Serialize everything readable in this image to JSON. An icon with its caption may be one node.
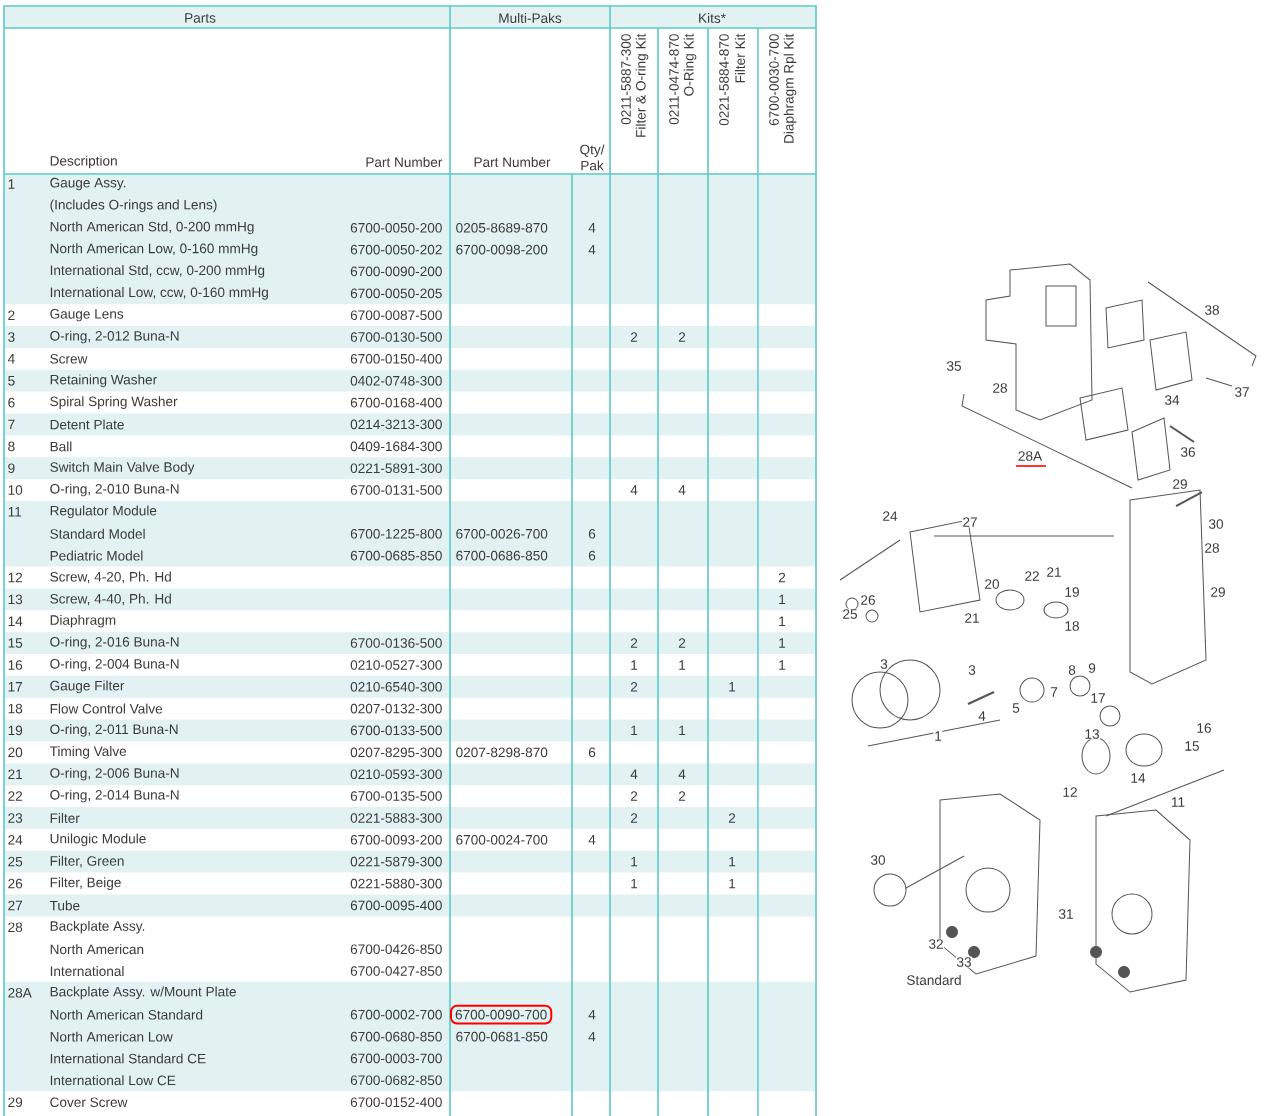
{
  "diagram": {
    "nodes": [
      {
        "text": [
          "6700-0090-700"
        ]
      }
    ],
    "labels": [
      "Parts",
      "Multi-Paks",
      "Kits*",
      "0211-5887-300",
      "Filter & O-ring Kit",
      "0211-0474-870",
      "O-Ring Kit",
      "0221-5884-870",
      "Filter Kit",
      "6700-0030-700",
      "Diaphragm Rpl Kit",
      "Description",
      "Part Number",
      "Part Number",
      "Qty/ Pak",
      "1",
      "Gauge Assy.",
      "(Includes O-rings and Lens)",
      "North American Std, 0-200 mmHg",
      "6700-0050-200",
      "0205-8689-870",
      "4",
      "North American Low, 0-160 mmHg",
      "6700-0050-202",
      "6700-0098-200",
      "4",
      "International Std, ccw, 0-200 mmHg",
      "6700-0090-200",
      "International Low, ccw, 0-160 mmHg",
      "6700-0050-205",
      "2",
      "Gauge Lens",
      "6700-0087-500",
      "3",
      "O-ring, 2-012 Buna-N",
      "6700-0130-500",
      "2",
      "2",
      "4",
      "Screw",
      "6700-0150-400",
      "5",
      "Retaining Washer",
      "0402-0748-300",
      "6",
      "Spiral Spring Washer",
      "6700-0168-400",
      "7",
      "Detent Plate",
      "0214-3213-300",
      "8",
      "Ball",
      "0409-1684-300",
      "9",
      "Switch Main Valve Body",
      "0221-5891-300",
      "10",
      "O-ring, 2-010 Buna-N",
      "6700-0131-500",
      "4",
      "4",
      "11",
      "Regulator Module",
      "Standard Model",
      "6700-1225-800",
      "6700-0026-700",
      "6",
      "Pediatric Model",
      "6700-0685-850",
      "6700-0686-850",
      "6",
      "12",
      "Screw, 4-20, Ph. Hd",
      "2",
      "13",
      "Screw, 4-40, Ph. Hd",
      "1",
      "14",
      "Diaphragm",
      "1",
      "15",
      "O-ring, 2-016 Buna-N",
      "6700-0136-500",
      "2",
      "2",
      "1",
      "16",
      "O-ring, 2-004 Buna-N",
      "0210-0527-300",
      "1",
      "1",
      "1",
      "17",
      "Gauge Filter",
      "0210-6540-300",
      "2",
      "1",
      "18",
      "Flow Control Valve",
      "0207-0132-300",
      "19",
      "O-ring, 2-011 Buna-N",
      "6700-0133-500",
      "1",
      "1",
      "20",
      "Timing Valve",
      "0207-8295-300",
      "0207-8298-870",
      "6",
      "21",
      "O-ring, 2-006 Buna-N",
      "0210-0593-300",
      "4",
      "4",
      "22",
      "O-ring, 2-014 Buna-N",
      "6700-0135-500",
      "2",
      "2",
      "23",
      "Filter",
      "0221-5883-300",
      "2",
      "2",
      "24",
      "Unilogic Module",
      "6700-0093-200",
      "6700-0024-700",
      "4",
      "25",
      "Filter, Green",
      "0221-5879-300",
      "1",
      "1",
      "26",
      "Filter, Beige",
      "0221-5880-300",
      "1",
      "1",
      "27",
      "Tube",
      "6700-0095-400",
      "28",
      "Backplate Assy.",
      "North American",
      "6700-0426-850",
      "International",
      "6700-0427-850",
      "28A",
      "Backplate Assy. w/Mount Plate",
      "North American Standard",
      "6700-0002-700",
      "4",
      "North American Low",
      "6700-0680-850",
      "6700-0681-850",
      "4",
      "International Standard CE",
      "6700-0003-700",
      "International Low CE",
      "6700-0682-850",
      "29",
      "Cover Screw",
      "6700-0152-400",
      "38",
      "35",
      "28",
      "37",
      "34",
      "36",
      "28A",
      "29",
      "24",
      "27",
      "30",
      "28",
      "21",
      "22",
      "20",
      "19",
      "29",
      "26",
      "25",
      "21",
      "18",
      "3",
      "3",
      "8",
      "9",
      "7",
      "17",
      "5",
      "4",
      "1",
      "13",
      "16",
      "15",
      "14",
      "12",
      "11",
      "30",
      "31",
      "32",
      "33",
      "Standard"
    ]
  }
}
